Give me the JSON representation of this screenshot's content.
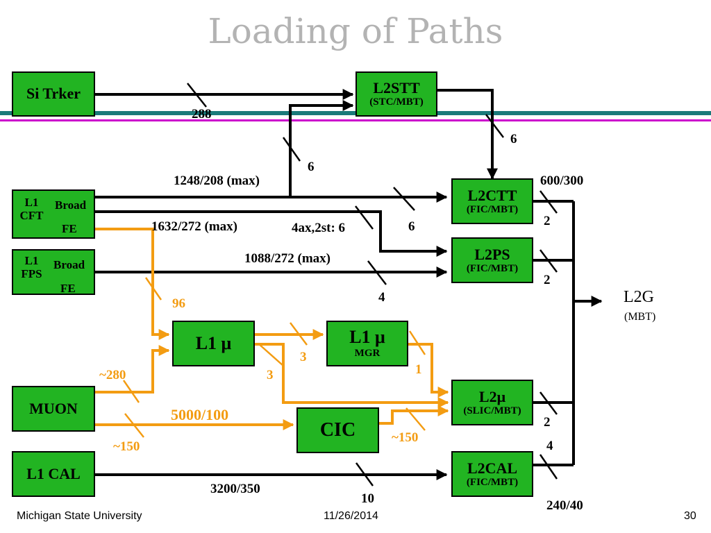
{
  "slide": {
    "title": "Loading of Paths",
    "footer_left": "Michigan State University",
    "footer_center": "11/26/2014",
    "page_number": "30"
  },
  "colors": {
    "box_fill": "#22b422",
    "orange": "#f39c12",
    "teal_rule": "#1a7a7a",
    "magenta_rule": "#cc00cc",
    "title_gray": "#b3b3b3"
  },
  "boxes": {
    "si_trker": "Si Trker",
    "l2stt": {
      "main": "L2STT",
      "sub": "(STC/MBT)"
    },
    "l1cft": {
      "main": "L1\nCFT",
      "broad": "Broad",
      "fe": "FE"
    },
    "l1fps": {
      "main": "L1\nFPS",
      "broad": "Broad",
      "fe": "FE"
    },
    "l2ctt": {
      "main": "L2CTT",
      "sub": "(FIC/MBT)"
    },
    "l2ps": {
      "main": "L2PS",
      "sub": "(FIC/MBT)"
    },
    "l1mu": {
      "main": "L1 μ"
    },
    "l1mgr": {
      "main": "L1 μ",
      "sub": "MGR"
    },
    "l2mu": {
      "main": "L2μ",
      "sub": "(SLIC/MBT)"
    },
    "muon": "MUON",
    "cic": "CIC",
    "l1cal": "L1 CAL",
    "l2cal": {
      "main": "L2CAL",
      "sub": "(FIC/MBT)"
    },
    "l2g": {
      "main": "L2G",
      "sub": "(MBT)"
    }
  },
  "labels": {
    "si_bandwidth": "288",
    "stt_to_ctt": "6",
    "cft_to_stt": "6",
    "cft_top_rate": "1248/208 (max)",
    "ctt_out_rate": "600/300",
    "cft_mid_rate": "1632/272 (max)",
    "ax_st": "4ax,2st: 6",
    "cft_to_ctt": "6",
    "ctt_to_g": "2",
    "fps_rate": "1088/272 (max)",
    "ps_to_g": "2",
    "fps_count": "4",
    "fe_to_mu": "96",
    "mu_to_mgr": "3",
    "mu_to_l2mu": "3",
    "mgr_to_l2mu": "1",
    "muon_to_mu": "~280",
    "muon_rate": "5000/100",
    "muon_to_cic": "~150",
    "cic_out": "~150",
    "l2mu_to_g": "2",
    "cal_to_g": "4",
    "cal_rate": "3200/350",
    "cal_count": "10",
    "cal_out_rate": "240/40"
  }
}
